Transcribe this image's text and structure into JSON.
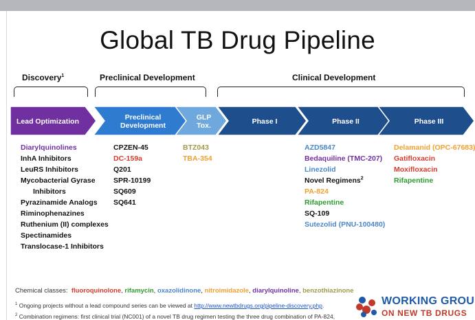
{
  "title": "Global TB Drug Pipeline",
  "stages": {
    "discovery": "Discovery",
    "discovery_sup": "1",
    "preclinical": "Preclinical Development",
    "clinical": "Clinical Development"
  },
  "arrows": [
    {
      "label_lines": [
        "Lead Optimization"
      ],
      "color": "#7030a0"
    },
    {
      "label_lines": [
        "Preclinical",
        "Development"
      ],
      "color": "#2f7bd0"
    },
    {
      "label_lines": [
        "GLP",
        "Tox."
      ],
      "color": "#6fa8dc"
    },
    {
      "label_lines": [
        "Phase I"
      ],
      "color": "#1f4e8c"
    },
    {
      "label_lines": [
        "Phase II"
      ],
      "color": "#1f4e8c"
    },
    {
      "label_lines": [
        "Phase III"
      ],
      "color": "#1f4e8c"
    }
  ],
  "columns": {
    "lead_optimization": [
      {
        "text": "Diarylquinolines",
        "color": "#7030a0"
      },
      {
        "text": "InhA Inhibitors",
        "color": "#111111"
      },
      {
        "text": "LeuRS Inhibitors",
        "color": "#111111"
      },
      {
        "text": "Mycobacterial Gyrase",
        "color": "#111111"
      },
      {
        "text": "Inhibitors",
        "color": "#111111",
        "indent": true
      },
      {
        "text": "Pyrazinamide Analogs",
        "color": "#111111"
      },
      {
        "text": "Riminophenazines",
        "color": "#111111"
      },
      {
        "text": "Ruthenium (II) complexes",
        "color": "#111111"
      },
      {
        "text": "Spectinamides",
        "color": "#111111"
      },
      {
        "text": "Translocase-1 Inhibitors",
        "color": "#111111"
      }
    ],
    "preclinical": [
      {
        "text": "CPZEN-45",
        "color": "#111111"
      },
      {
        "text": "DC-159a",
        "color": "#d63a2f"
      },
      {
        "text": "Q201",
        "color": "#111111"
      },
      {
        "text": "SPR-10199",
        "color": "#111111"
      },
      {
        "text": "SQ609",
        "color": "#111111"
      },
      {
        "text": "SQ641",
        "color": "#111111"
      }
    ],
    "glp_tox": [
      {
        "text": "BTZ043",
        "color": "#a09a4a"
      },
      {
        "text": "TBA-354",
        "color": "#f0a030"
      }
    ],
    "phase2": [
      {
        "text": "AZD5847",
        "color": "#4a86c8"
      },
      {
        "text": "Bedaquiline (TMC-207)",
        "color": "#7030a0"
      },
      {
        "text": "Linezolid",
        "color": "#4a86c8"
      },
      {
        "text": "Novel Regimens",
        "sup": "2",
        "color": "#111111"
      },
      {
        "text": "PA-824",
        "color": "#f0a030"
      },
      {
        "text": "Rifapentine",
        "color": "#2e9a2e"
      },
      {
        "text": "SQ-109",
        "color": "#111111"
      },
      {
        "text": "Sutezolid (PNU-100480)",
        "color": "#4a86c8"
      }
    ],
    "phase3": [
      {
        "text": "Delamanid (OPC-67683)",
        "color": "#f0a030"
      },
      {
        "text": "Gatifloxacin",
        "color": "#d63a2f"
      },
      {
        "text": "Moxifloxacin",
        "color": "#d63a2f"
      },
      {
        "text": "Rifapentine",
        "color": "#2e9a2e"
      }
    ]
  },
  "chemical_classes": {
    "label": "Chemical classes:",
    "items": [
      {
        "text": "fluoroquinolone",
        "color": "#d63a2f"
      },
      {
        "text": "rifamycin",
        "color": "#2e9a2e"
      },
      {
        "text": "oxazolidinone",
        "color": "#4a86c8"
      },
      {
        "text": "nitroimidazole",
        "color": "#f0a030"
      },
      {
        "text": "diarylquinoline",
        "color": "#7030a0"
      },
      {
        "text": "benzothiazinone",
        "color": "#a09a4a"
      }
    ]
  },
  "footnotes": {
    "note1_sup": "1",
    "note1_text": " Ongoing projects  without a lead compound series can be viewed at ",
    "note1_link": "http://www.newtbdrugs.org/pipeline-discovery.php",
    "note1_end": ".",
    "note2_sup": "2",
    "note2_text": " Combination regimens: first clinical trial (NC001) of a novel TB drug regimen testing the three drug combination of PA-824,"
  },
  "logo": {
    "line1": "WORKING GROUP",
    "line2": "ON NEW TB DRUGS"
  }
}
